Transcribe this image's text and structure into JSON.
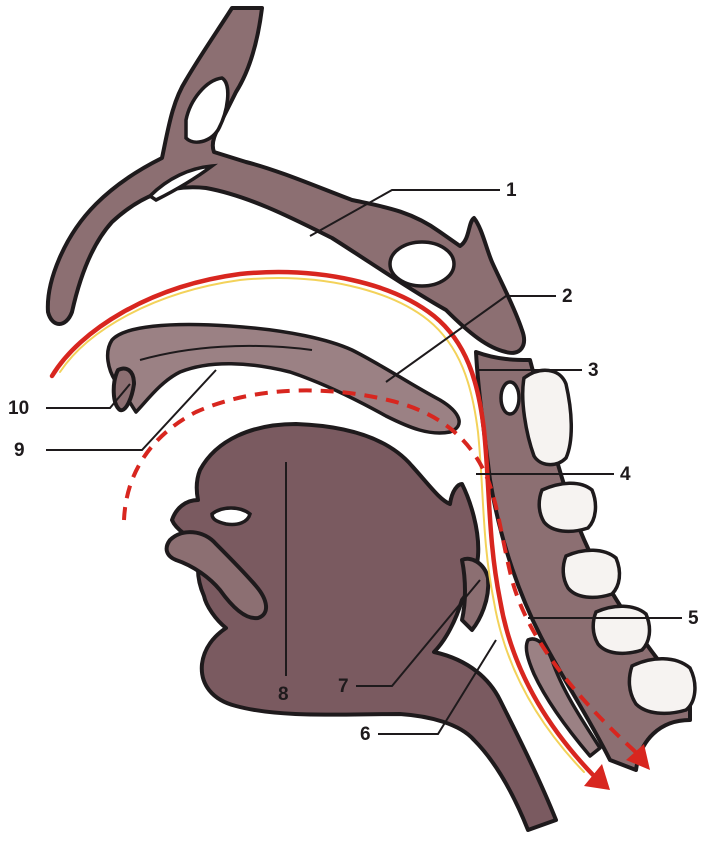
{
  "labels": {
    "l1": "1",
    "l2": "2",
    "l3": "3",
    "l4": "4",
    "l5": "5",
    "l6": "6",
    "l7": "7",
    "l8": "8",
    "l9": "9",
    "l10": "10"
  },
  "colors": {
    "tissue": "#8c6f72",
    "tongue": "#7a5a60",
    "airflow": "#d8261f",
    "airflow_highlight": "#f3d25a",
    "outline": "#1e1a1c"
  }
}
